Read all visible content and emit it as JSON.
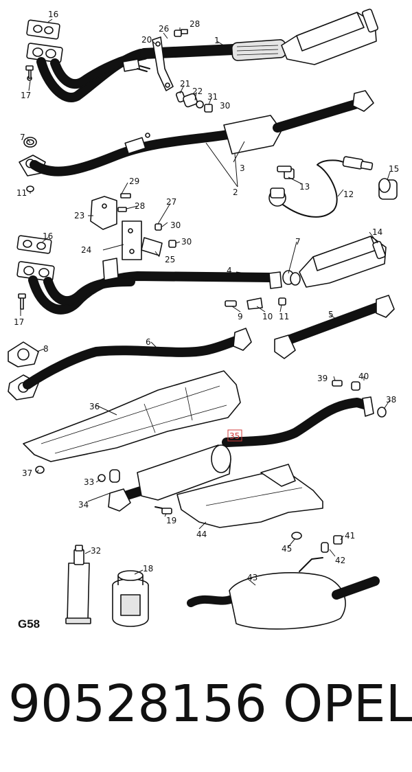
{
  "diagram": {
    "section_code": "G58",
    "highlighted_label": "35",
    "labels": [
      "16",
      "26",
      "28",
      "20",
      "1",
      "17",
      "21",
      "22",
      "31",
      "30",
      "7",
      "3",
      "2",
      "11",
      "13",
      "12",
      "15",
      "29",
      "27",
      "23",
      "28",
      "30",
      "16",
      "24",
      "30",
      "25",
      "14",
      "7",
      "4",
      "17",
      "9",
      "10",
      "11",
      "5",
      "8",
      "6",
      "39",
      "40",
      "38",
      "36",
      "35",
      "37",
      "33",
      "34",
      "19",
      "44",
      "45",
      "41",
      "42",
      "32",
      "18",
      "43"
    ]
  },
  "caption": {
    "part_number": "90528156",
    "brand": "OPEL"
  }
}
